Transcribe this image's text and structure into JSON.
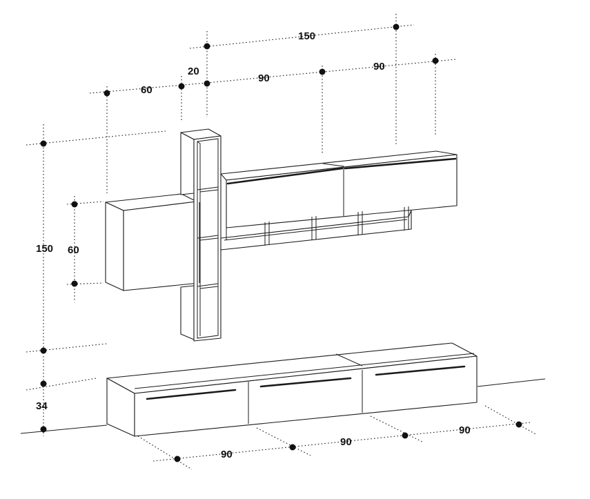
{
  "dimensions": {
    "top_total": "150",
    "top_left_offset": "60",
    "column_width": "20",
    "upper_left_unit": "90",
    "upper_right_unit": "90",
    "total_height": "150",
    "cabinet_height": "60",
    "base_height": "34",
    "base_unit_1": "90",
    "base_unit_2": "90",
    "base_unit_3": "90"
  }
}
